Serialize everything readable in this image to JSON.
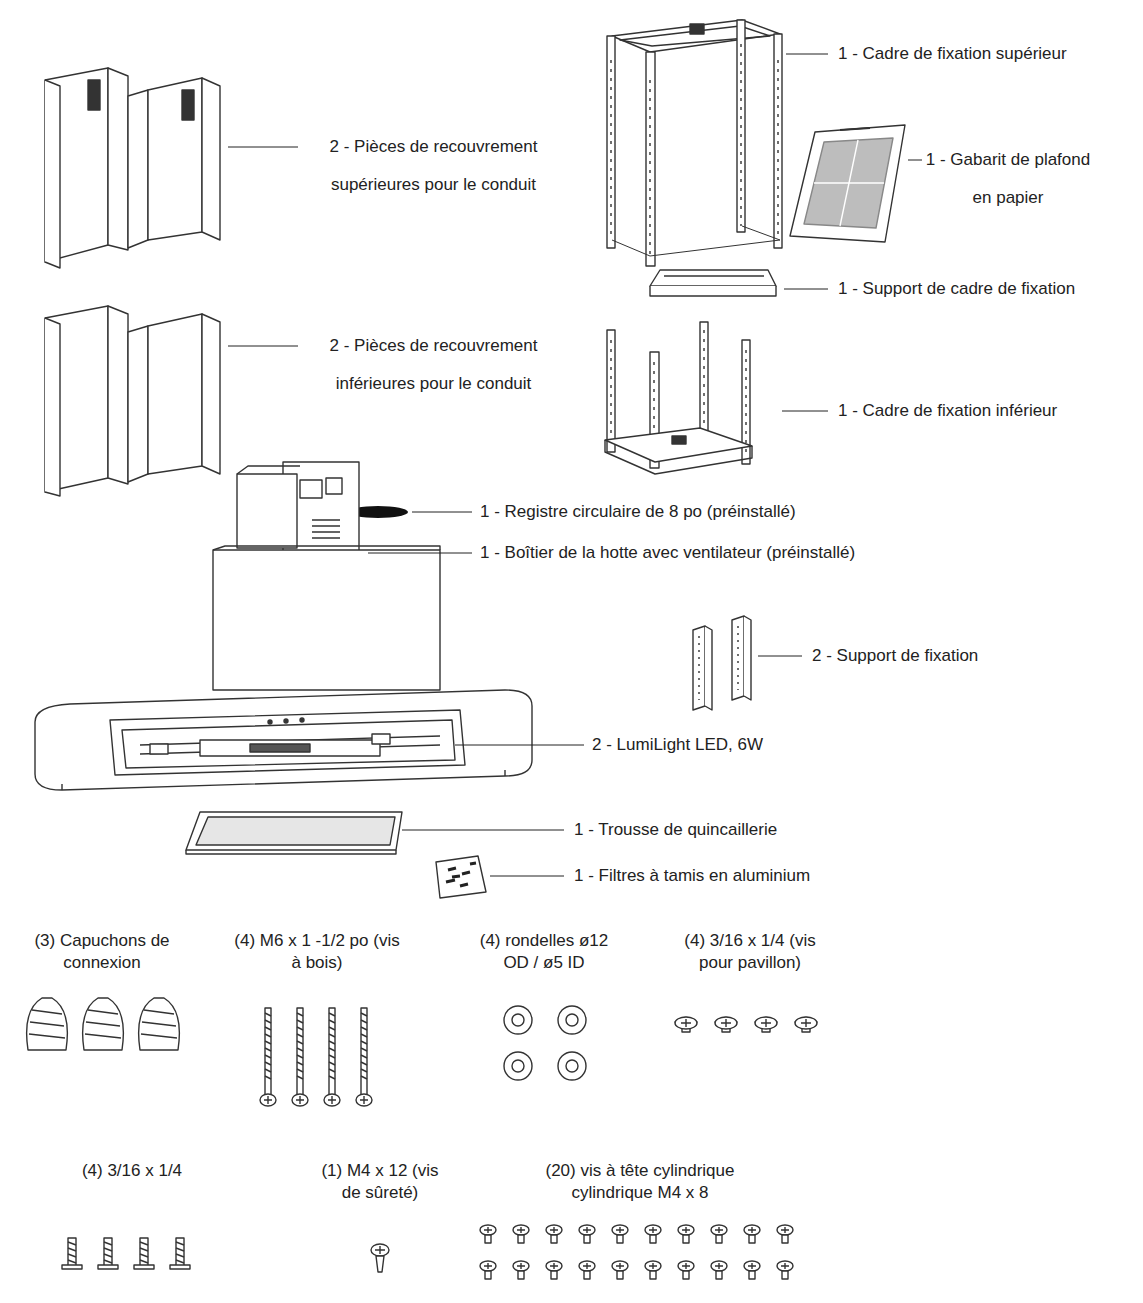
{
  "diagram": {
    "labels": [
      "1 - Cadre de fixation supérieur",
      "2 - Pièces de recouvrement supérieures pour le conduit",
      "1 - Gabarit de plafond en papier",
      "1 - Support de cadre de fixation",
      "2 - Pièces de recouvrement inférieures pour le conduit",
      "1 - Cadre de fixation inférieur",
      "1 - Registre circulaire de 8 po (préinstallé)",
      "1 - Boîtier de la hotte avec ventilateur (préinstallé)",
      "2 - Support de fixation",
      "2 - LumiLight LED, 6W",
      "1 - Trousse de quincaillerie",
      "1 - Filtres à tamis en aluminium",
      "(3) Capuchons de connexion",
      "(4) M6 x 1 -1/2 po (vis à bois)",
      "(4) rondelles ø12 OD / ø5 ID",
      "(4) 3/16 x 1/4 (vis pour pavillon)",
      "(4) 3/16 x 1/4",
      "(1) M4 x 12 (vis de sûreté)",
      "(20) vis à tête cylindrique cylindrique M4 x 8"
    ]
  }
}
